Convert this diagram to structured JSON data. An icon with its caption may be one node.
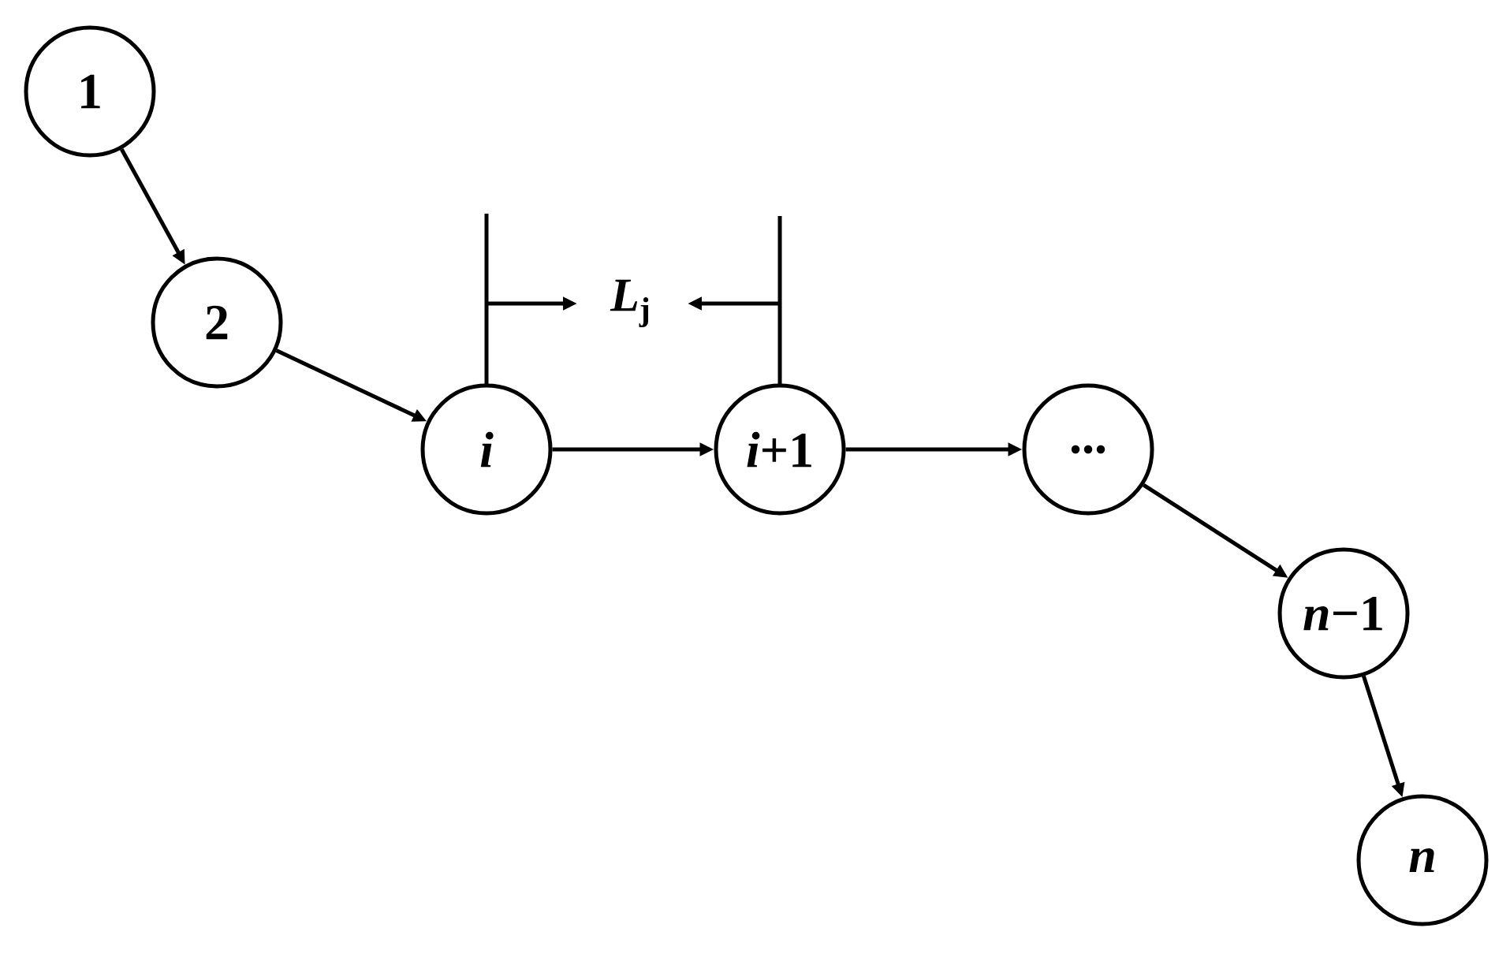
{
  "diagram": {
    "nodes": [
      {
        "text": [
          "1"
        ]
      },
      {
        "text": [
          "2"
        ]
      },
      {
        "text": [
          "*i*"
        ]
      },
      {
        "text": [
          "*i*+1"
        ]
      },
      {
        "text": [
          "..."
        ]
      },
      {
        "text": [
          "*n*−1"
        ]
      },
      {
        "text": [
          "*n*"
        ]
      }
    ],
    "edges": [
      {
        "from": 0,
        "to": 1,
        "arrow": "to"
      },
      {
        "from": 1,
        "to": 2,
        "arrow": "to"
      },
      {
        "from": 2,
        "to": 3,
        "arrow": "to"
      },
      {
        "from": 3,
        "to": 4,
        "arrow": "to"
      },
      {
        "from": 4,
        "to": 5,
        "arrow": "to"
      },
      {
        "from": 5,
        "to": 6,
        "arrow": "to"
      }
    ],
    "labels": [
      "*L*$_{j}$"
    ]
  }
}
